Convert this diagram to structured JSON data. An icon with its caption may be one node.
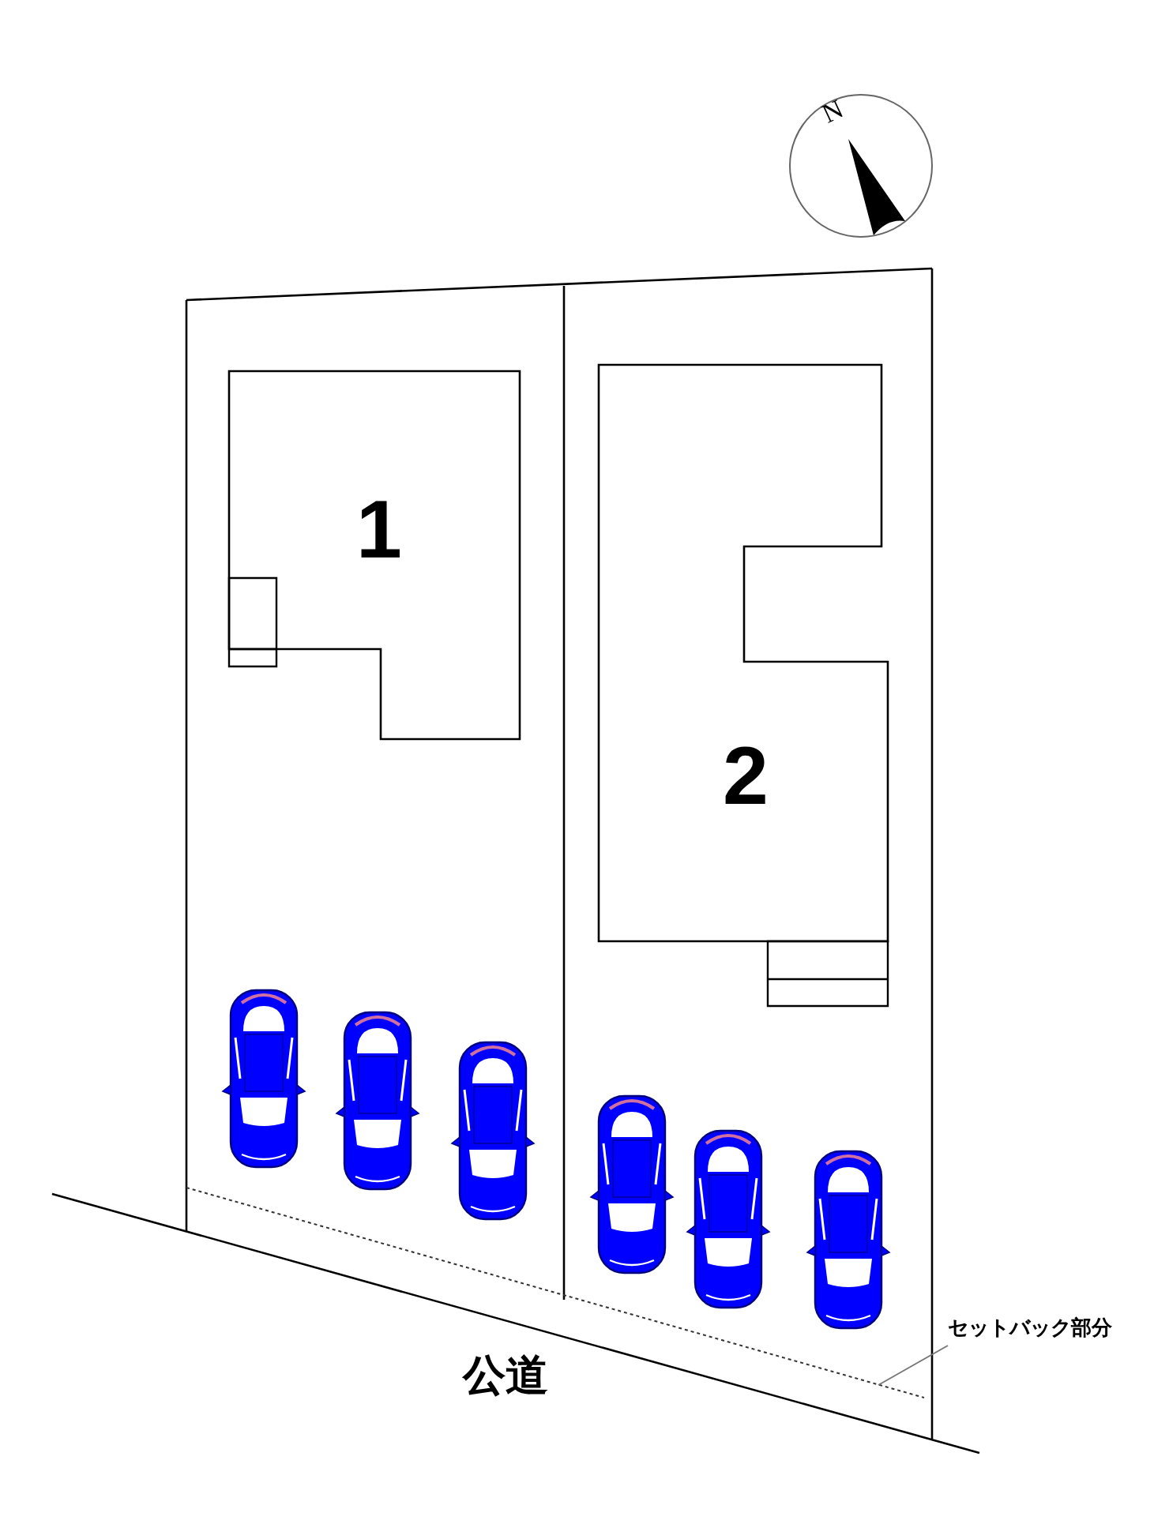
{
  "diagram": {
    "nodes": [
      {
        "text": [
          "1"
        ]
      },
      {
        "text": [
          "2"
        ]
      },
      {
        "text": [
          "セットバック部分"
        ]
      },
      {
        "text": [],
        "shape": "bar"
      }
    ],
    "edges": [
      {
        "from": 2,
        "to": 3,
        "arrow": "none"
      }
    ],
    "labels": [
      "N",
      "公道"
    ]
  }
}
